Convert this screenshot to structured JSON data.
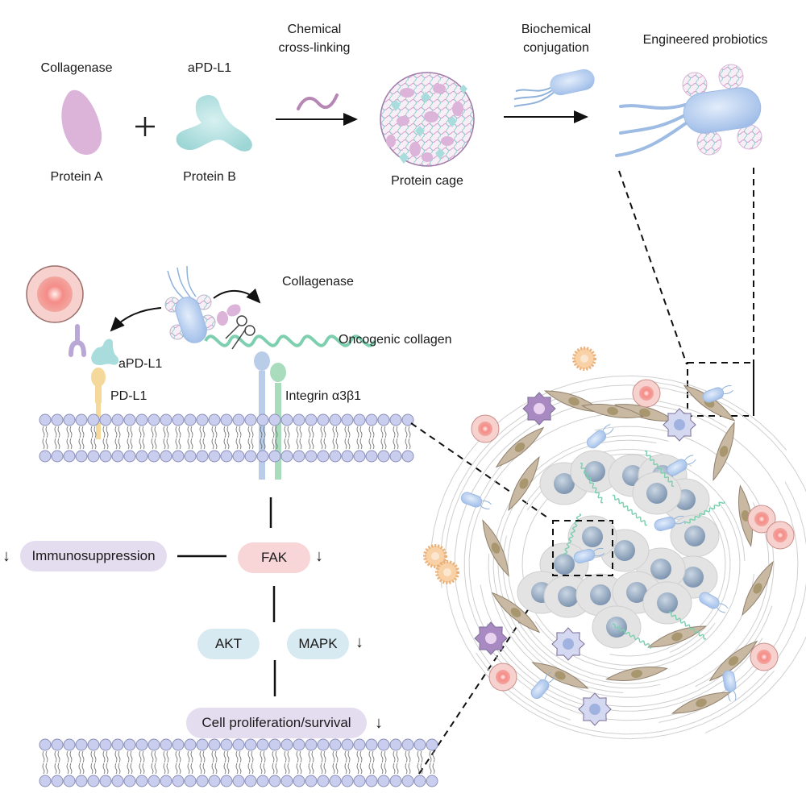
{
  "top_row": {
    "protein_a": {
      "name": "Collagenase",
      "caption": "Protein A"
    },
    "plus": "+",
    "protein_b": {
      "name": "aPD-L1",
      "caption": "Protein B"
    },
    "step1": {
      "line1": "Chemical",
      "line2": "cross-linking"
    },
    "cage": {
      "caption": "Protein cage"
    },
    "step2": {
      "line1": "Biochemical",
      "line2": "conjugation"
    },
    "probiotic": {
      "caption": "Engineered probiotics"
    }
  },
  "mechanism": {
    "collagenase": "Collagenase",
    "oncogenic_collagen": "Oncogenic collagen",
    "apdl1": "aPD-L1",
    "pdl1": "PD-L1",
    "integrin": "Integrin α3β1"
  },
  "pathway": {
    "immunosuppression": "Immunosuppression",
    "fak": "FAK",
    "akt": "AKT",
    "mapk": "MAPK",
    "proliferation": "Cell proliferation/survival",
    "down_arrow": "↓"
  },
  "colors": {
    "protein_a": "#dcb3d9",
    "protein_b": "#a9dcdc",
    "bacterium": "#b6cdef",
    "collagen": "#7ecfb0",
    "pdl1": "#f5d99a",
    "integrin_a": "#b9cde8",
    "integrin_b": "#a8dcbc",
    "membrane_head": "#c9cdee",
    "pill_purple": "#e4dcef",
    "pill_pink": "#f8d6d8",
    "pill_blue": "#d7eaf1",
    "tumor_cell": "#e3e3e3",
    "nucleus": "#9fb2c9",
    "fibroblast": "#c9b9a3",
    "tcell": "#f3a6a0"
  }
}
